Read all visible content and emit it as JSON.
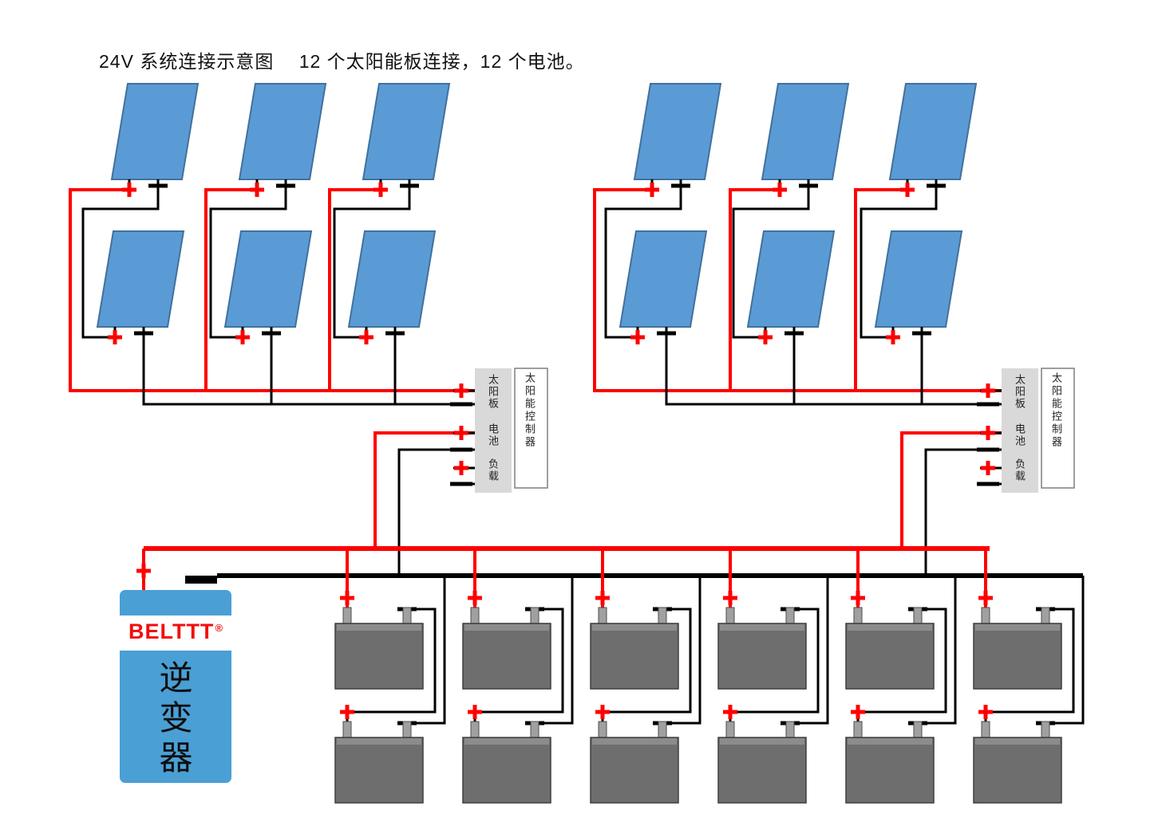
{
  "title": "24V 系统连接示意图　 12 个太阳能板连接，12 个电池。",
  "controller": {
    "pv_label": "太阳板",
    "battery_label": "电池",
    "load_label": "负载",
    "name": "太阳能控制器"
  },
  "inverter": {
    "brand": "BELTTT",
    "registered_mark": "®",
    "label": "逆变器"
  },
  "colors": {
    "panel_blue": "#5B9BD5",
    "panel_border": "#41719C",
    "inverter_blue": "#4A9FD4",
    "battery_gray": "#6E6E6E",
    "battery_post_gray": "#A0A0A0",
    "controller_gray": "#D9D9D9",
    "wire_red": "#FF0000",
    "wire_black": "#000000",
    "brand_red": "#F20D0D"
  }
}
